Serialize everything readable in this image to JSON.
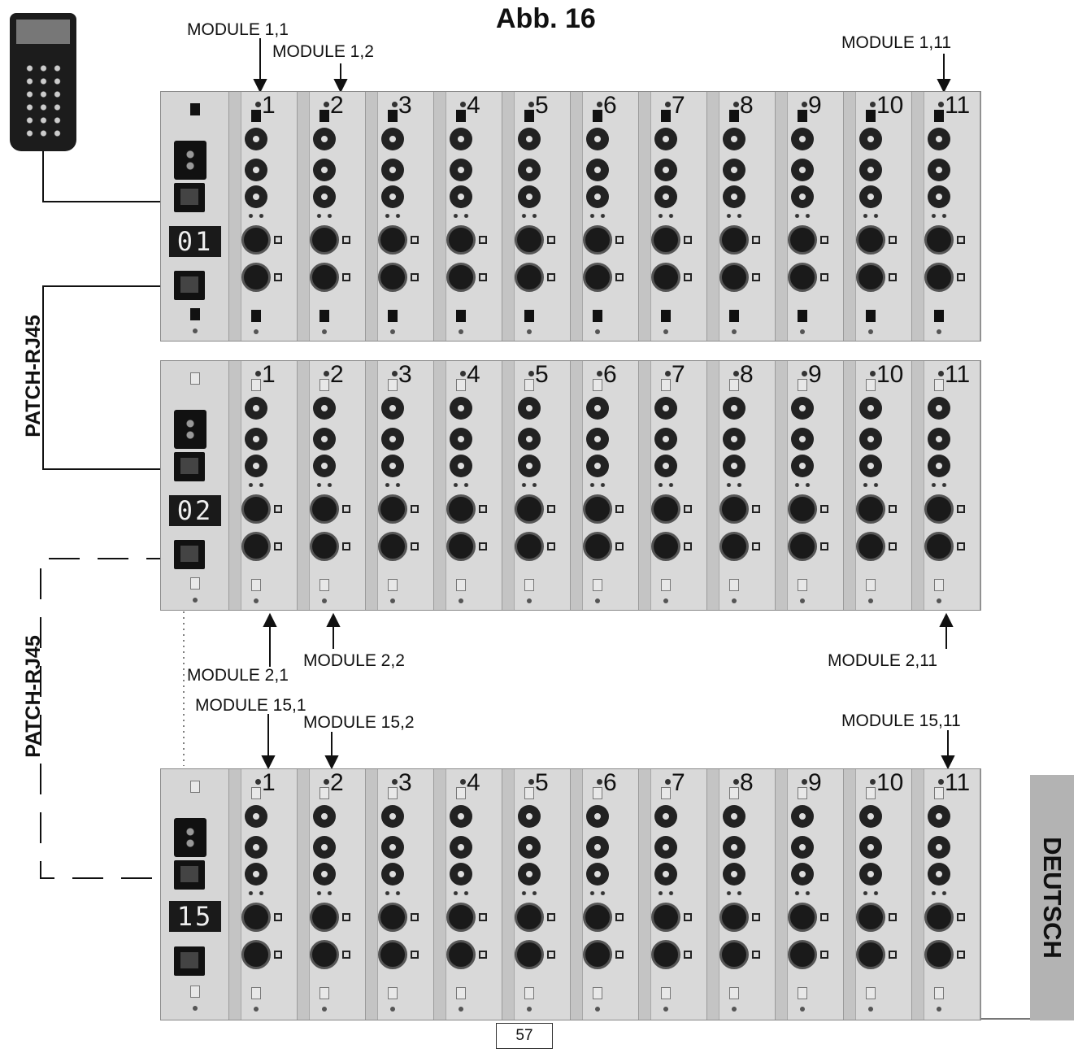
{
  "title": "Abb. 16",
  "remote_name": "remote-control",
  "patch_labels": [
    "PATCH-RJ45",
    "PATCH-RJ45"
  ],
  "racks": [
    {
      "display": "01",
      "module_numbers": [
        "1",
        "2",
        "3",
        "4",
        "5",
        "6",
        "7",
        "8",
        "9",
        "10",
        "11"
      ],
      "top_labels": [
        "MODULE 1,1",
        "MODULE 1,2",
        "MODULE 1,11"
      ]
    },
    {
      "display": "02",
      "module_numbers": [
        "1",
        "2",
        "3",
        "4",
        "5",
        "6",
        "7",
        "8",
        "9",
        "10",
        "11"
      ],
      "bottom_labels": [
        "MODULE 2,1",
        "MODULE 2,2",
        "MODULE 2,11"
      ]
    },
    {
      "display": "15",
      "module_numbers": [
        "1",
        "2",
        "3",
        "4",
        "5",
        "6",
        "7",
        "8",
        "9",
        "10",
        "11"
      ],
      "top_labels": [
        "MODULE 15,1",
        "MODULE 15,2",
        "MODULE 15,11"
      ]
    }
  ],
  "side_label": "DEUTSCH",
  "page_number": "57"
}
